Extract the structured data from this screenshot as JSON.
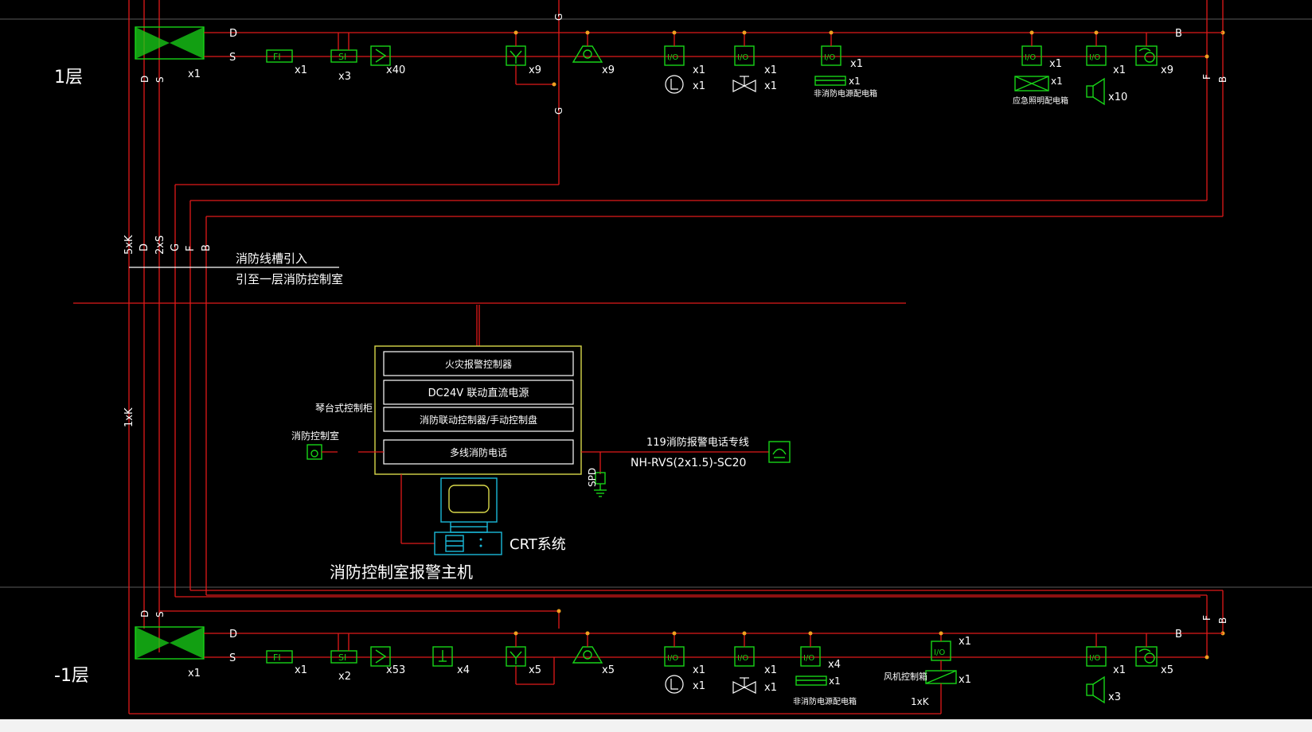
{
  "floors": {
    "upper": {
      "label": "1层"
    },
    "lower": {
      "label": "-1层"
    }
  },
  "bus_letters": {
    "D": "D",
    "S": "S",
    "B": "B",
    "G": "G",
    "F": "F",
    "SK": "5xK",
    "2S": "2xS",
    "K": "1xK",
    "K2": "1xK"
  },
  "upper_row": {
    "main_qty": "x1",
    "fi_label": "FI",
    "fi_qty": "x1",
    "si_label": "SI",
    "si_qty": "x3",
    "smoke_qty": "x40",
    "hydrant_qty": "x9",
    "manual_qty": "x9",
    "io_label": "I/O",
    "io1_qty": "x1",
    "fan_qty": "x1",
    "io2_qty": "x1",
    "valve_qty": "x1",
    "io3_qty": "x1",
    "nonfire_qty": "x1",
    "nonfire_text": "非消防电源配电箱",
    "io4_qty": "x1",
    "emerg_qty": "x1",
    "emerg_text": "应急照明配电箱",
    "io5_qty": "x1",
    "speaker_qty": "x10",
    "phone_qty": "x9"
  },
  "lower_row": {
    "main_qty": "x1",
    "fi_label": "FI",
    "fi_qty": "x1",
    "si_label": "SI",
    "si_qty": "x2",
    "smoke_qty": "x53",
    "temp_qty": "x4",
    "hydrant_qty": "x5",
    "manual_qty": "x5",
    "io_label": "I/O",
    "io1_qty": "x1",
    "fan_qty": "x1",
    "io2_qty": "x1",
    "valve_qty": "x1",
    "io3_qty": "x4",
    "nonfire_qty": "x1",
    "nonfire_text": "非消防电源配电箱",
    "io4_qty": "x1",
    "fanbox_qty": "x1",
    "fanbox_text": "风机控制箱",
    "io5_qty": "x1",
    "speaker_qty": "x3",
    "phone_qty": "x5"
  },
  "notes": {
    "cable_entry_1": "消防线槽引入",
    "cable_entry_2": "引至一层消防控制室"
  },
  "host": {
    "row1": "火灾报警控制器",
    "row2": "DC24V  联动直流电源",
    "row3": "消防联动控制器/手动控制盘",
    "row4": "多线消防电话",
    "console_label": "琴台式控制柜",
    "control_room_label": "消防控制室",
    "crt_label": "CRT系统",
    "title": "消防控制室报警主机",
    "line_119": "119消防报警电话专线",
    "cable_spec": "NH-RVS(2x1.5)-SC20",
    "spd_label": "SPD"
  },
  "colors": {
    "background": "#000000",
    "wire": "#e01a1a",
    "device": "#18d418",
    "crt": "#1ab9d9",
    "panel": "#d8d84a",
    "node": "#f0a020"
  }
}
